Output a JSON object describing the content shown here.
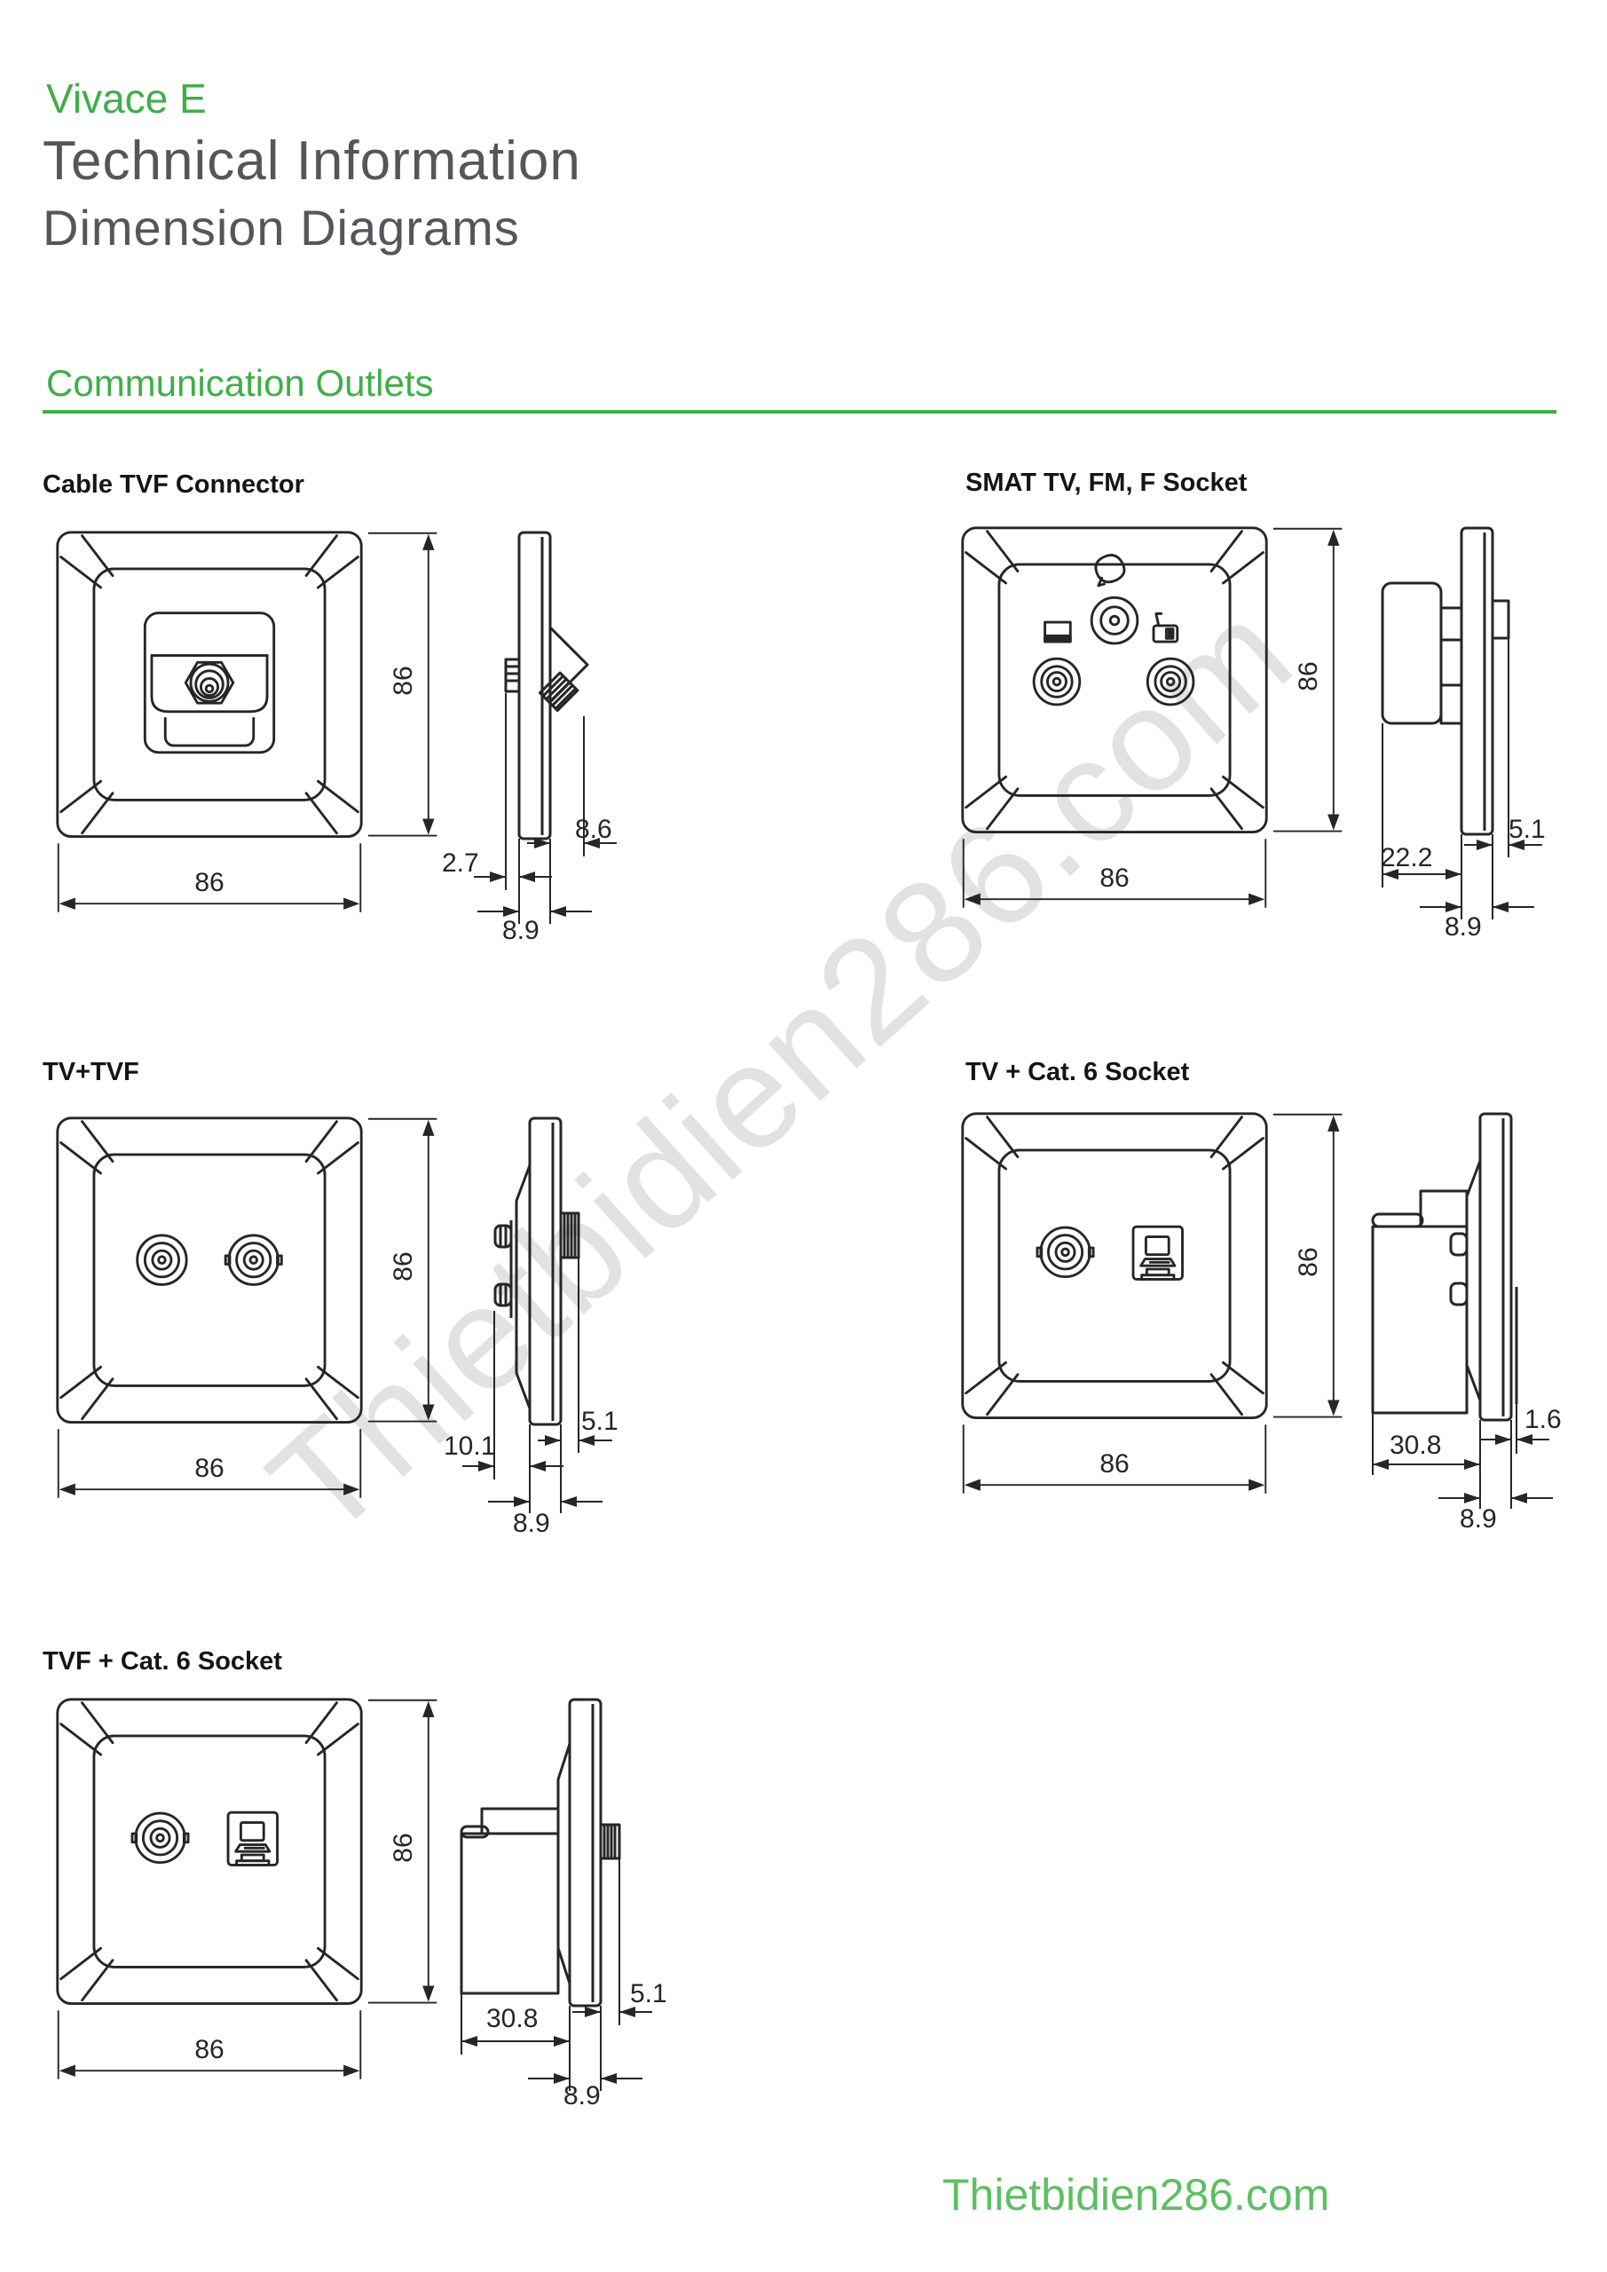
{
  "page": {
    "brand": "Vivace E",
    "title": "Technical Information",
    "subtitle": "Dimension Diagrams",
    "section_heading": "Communication Outlets",
    "watermark": "Thietbidien286.com",
    "footer": "Thietbidien286.com",
    "colors": {
      "accent": "#3fae49",
      "gray": "#55565a",
      "ink": "#262626",
      "mark": "#cccccc",
      "footer": "#5fbe63"
    }
  },
  "diagrams": [
    {
      "title": "Cable TVF Connector",
      "front_width": "86",
      "front_height": "86",
      "side_front": "8.6",
      "side_back": "2.7",
      "side_thickness": "8.9"
    },
    {
      "title": "SMAT TV, FM, F Socket",
      "front_width": "86",
      "front_height": "86",
      "side_front": "5.1",
      "side_back": "22.2",
      "side_thickness": "8.9"
    },
    {
      "title": "TV+TVF",
      "front_width": "86",
      "front_height": "86",
      "side_front": "5.1",
      "side_back": "10.1",
      "side_thickness": "8.9"
    },
    {
      "title": "TV + Cat. 6 Socket",
      "front_width": "86",
      "front_height": "86",
      "side_front": "1.6",
      "side_back": "30.8",
      "side_thickness": "8.9"
    },
    {
      "title": "TVF + Cat. 6 Socket",
      "front_width": "86",
      "front_height": "86",
      "side_front": "5.1",
      "side_back": "30.8",
      "side_thickness": "8.9"
    }
  ]
}
